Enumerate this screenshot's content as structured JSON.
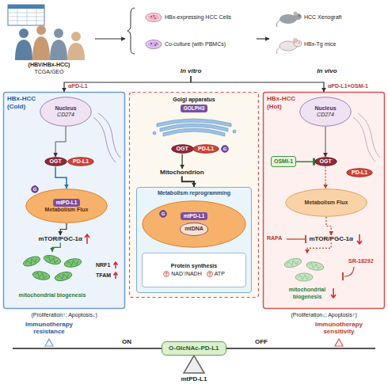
{
  "diagram": {
    "nodes": [
      {
        "text": [
          "(HBV/HBx-HCC)",
          "TCGA/GEO"
        ]
      },
      {
        "text": [
          "In vitro"
        ]
      },
      {
        "text": [
          "HBx-expressing HCC Cells"
        ],
        "in": 1
      },
      {
        "text": [
          "Co-culture (with PBMCs)"
        ],
        "in": 1
      },
      {
        "text": [
          "In vivo"
        ]
      },
      {
        "text": [
          "HCC Xenograft"
        ],
        "in": 4
      },
      {
        "text": [
          "HBx-Tg mice"
        ],
        "in": 4
      },
      {
        "text": [
          "HBx-HCC (Cold)"
        ]
      },
      {
        "text": [
          "Nucleus",
          "CD274"
        ],
        "in": 7
      },
      {
        "text": [
          "OGT"
        ],
        "in": 7
      },
      {
        "text": [
          "PD-L1"
        ],
        "in": 7
      },
      {
        "text": [
          "mtPD-L1",
          "Metabolism Flux"
        ],
        "in": 7
      },
      {
        "text": [
          "G"
        ],
        "in": 7
      },
      {
        "text": [
          "mTOR/PGC-1α"
        ],
        "in": 7
      },
      {
        "text": [
          "mitochondrial biogenesis"
        ],
        "in": 7
      },
      {
        "text": [
          "Golgi apparatus",
          "GOLPH3"
        ]
      },
      {
        "text": [
          "OGT"
        ],
        "in": 15
      },
      {
        "text": [
          "PD-L1"
        ],
        "in": 15
      },
      {
        "text": [
          "G"
        ],
        "in": 15
      },
      {
        "text": [
          "Mitochondrion"
        ]
      },
      {
        "text": [
          "Metabolism reprogramming"
        ]
      },
      {
        "text": [
          "mtPD-L1",
          "mtDNA"
        ],
        "in": 20
      },
      {
        "text": [
          "G"
        ],
        "in": 21
      },
      {
        "text": [
          "Protein synthesis",
          "NAD⁺/NADH",
          "ATP"
        ],
        "in": 20
      },
      {
        "text": [
          "HBx-HCC (Hot)"
        ]
      },
      {
        "text": [
          "Nucleus",
          "CD274"
        ],
        "in": 24
      },
      {
        "text": [
          "OSMI-1"
        ],
        "in": 24
      },
      {
        "text": [
          "OGT"
        ],
        "in": 24
      },
      {
        "text": [
          "PD-L1"
        ],
        "in": 24
      },
      {
        "text": [
          "Metabolism Flux"
        ],
        "in": 24
      },
      {
        "text": [
          "mTOR/PGC-1α"
        ],
        "in": 24
      },
      {
        "text": [
          "mitochondrial biogenesis"
        ],
        "in": 24
      },
      {
        "text": [
          "O-GlcNAc-PD-L1"
        ]
      }
    ],
    "edges": [
      {
        "from": 0,
        "to": 1,
        "arrow": "to"
      },
      {
        "from": 1,
        "to": 4,
        "arrow": "to"
      },
      {
        "from": 1,
        "to": 7,
        "arrow": "to",
        "label": "αPD-L1"
      },
      {
        "from": 1,
        "to": 24,
        "arrow": "to",
        "label": "αPD-L1+OSM-1"
      },
      {
        "from": 8,
        "to": 9,
        "arrow": "to"
      },
      {
        "from": 9,
        "to": 11,
        "arrow": "to"
      },
      {
        "from": 11,
        "to": 13,
        "arrow": "to"
      },
      {
        "from": 13,
        "to": 14,
        "arrow": "to"
      },
      {
        "from": 16,
        "to": 19,
        "arrow": "to"
      },
      {
        "from": 19,
        "to": 20,
        "arrow": "to"
      },
      {
        "from": 25,
        "to": 27,
        "arrow": "to"
      },
      {
        "from": 26,
        "to": 27,
        "arrow": "to"
      },
      {
        "from": 27,
        "to": 29,
        "arrow": "to"
      },
      {
        "from": 29,
        "to": 30,
        "arrow": "to"
      },
      {
        "from": 30,
        "to": 31,
        "arrow": "to"
      }
    ],
    "labels": [
      "NRF1",
      "TFAM",
      "RAPA",
      "SR-18292",
      "(Proliferation↑; Apoptosis↓)",
      "Immunotherapy resistance",
      "(Proliferation↓; Apoptosis↑)",
      "Immunotherapy sensitivity",
      "ON",
      "OFF",
      "mtPD-L1"
    ]
  }
}
